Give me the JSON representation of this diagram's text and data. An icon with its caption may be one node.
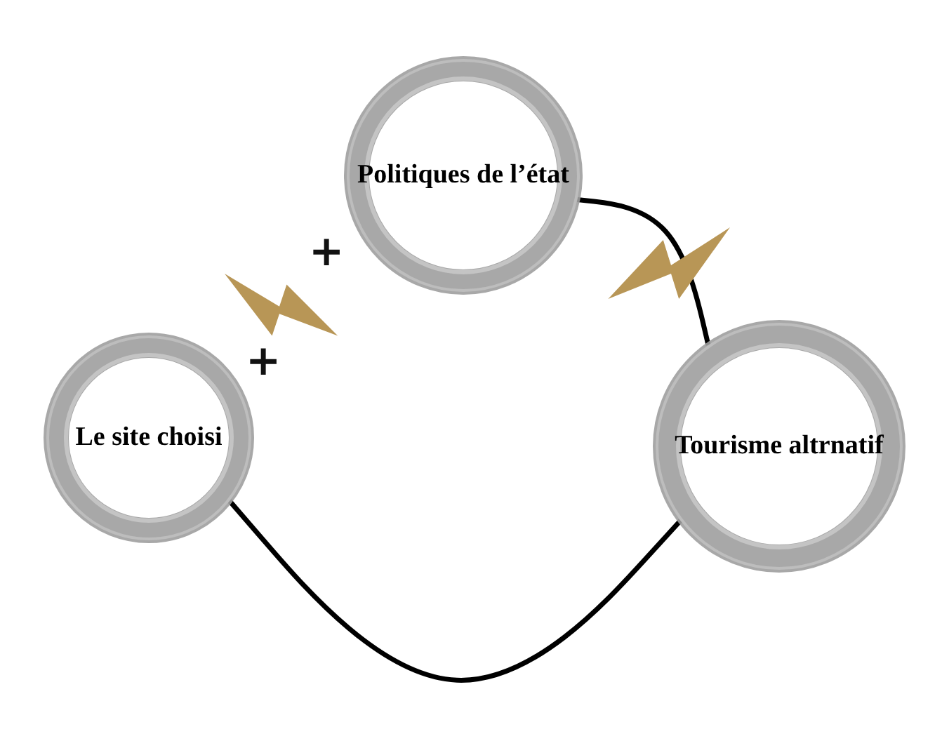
{
  "diagram": {
    "nodes": [
      {
        "text": [
          "Politiques de l’état"
        ]
      },
      {
        "text": [
          "Le site choisi"
        ]
      },
      {
        "text": [
          "Tourisme altrnatif"
        ]
      }
    ],
    "edges": [
      {
        "from": 0,
        "to": 2,
        "arrow": "none"
      },
      {
        "from": 1,
        "to": 2,
        "arrow": "none"
      }
    ],
    "labels": [
      "+",
      "+"
    ]
  }
}
